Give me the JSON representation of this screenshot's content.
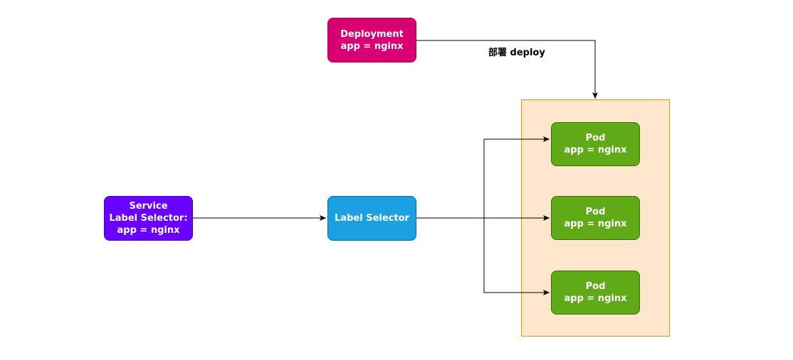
{
  "deployment": {
    "line1": "Deployment",
    "line2": "app = nginx",
    "color": "#d80073"
  },
  "service": {
    "line1": "Service",
    "line2": "Label Selector:",
    "line3": "app = nginx",
    "color": "#6a00ff"
  },
  "selector": {
    "label": "Label Selector",
    "color": "#1ba1e2"
  },
  "pods": [
    {
      "line1": "Pod",
      "line2": "app = nginx"
    },
    {
      "line1": "Pod",
      "line2": "app = nginx"
    },
    {
      "line1": "Pod",
      "line2": "app = nginx"
    }
  ],
  "pod_color": "#60a917",
  "group_color": "#ffe6cc",
  "deploy_edge_label": "部署 deploy"
}
